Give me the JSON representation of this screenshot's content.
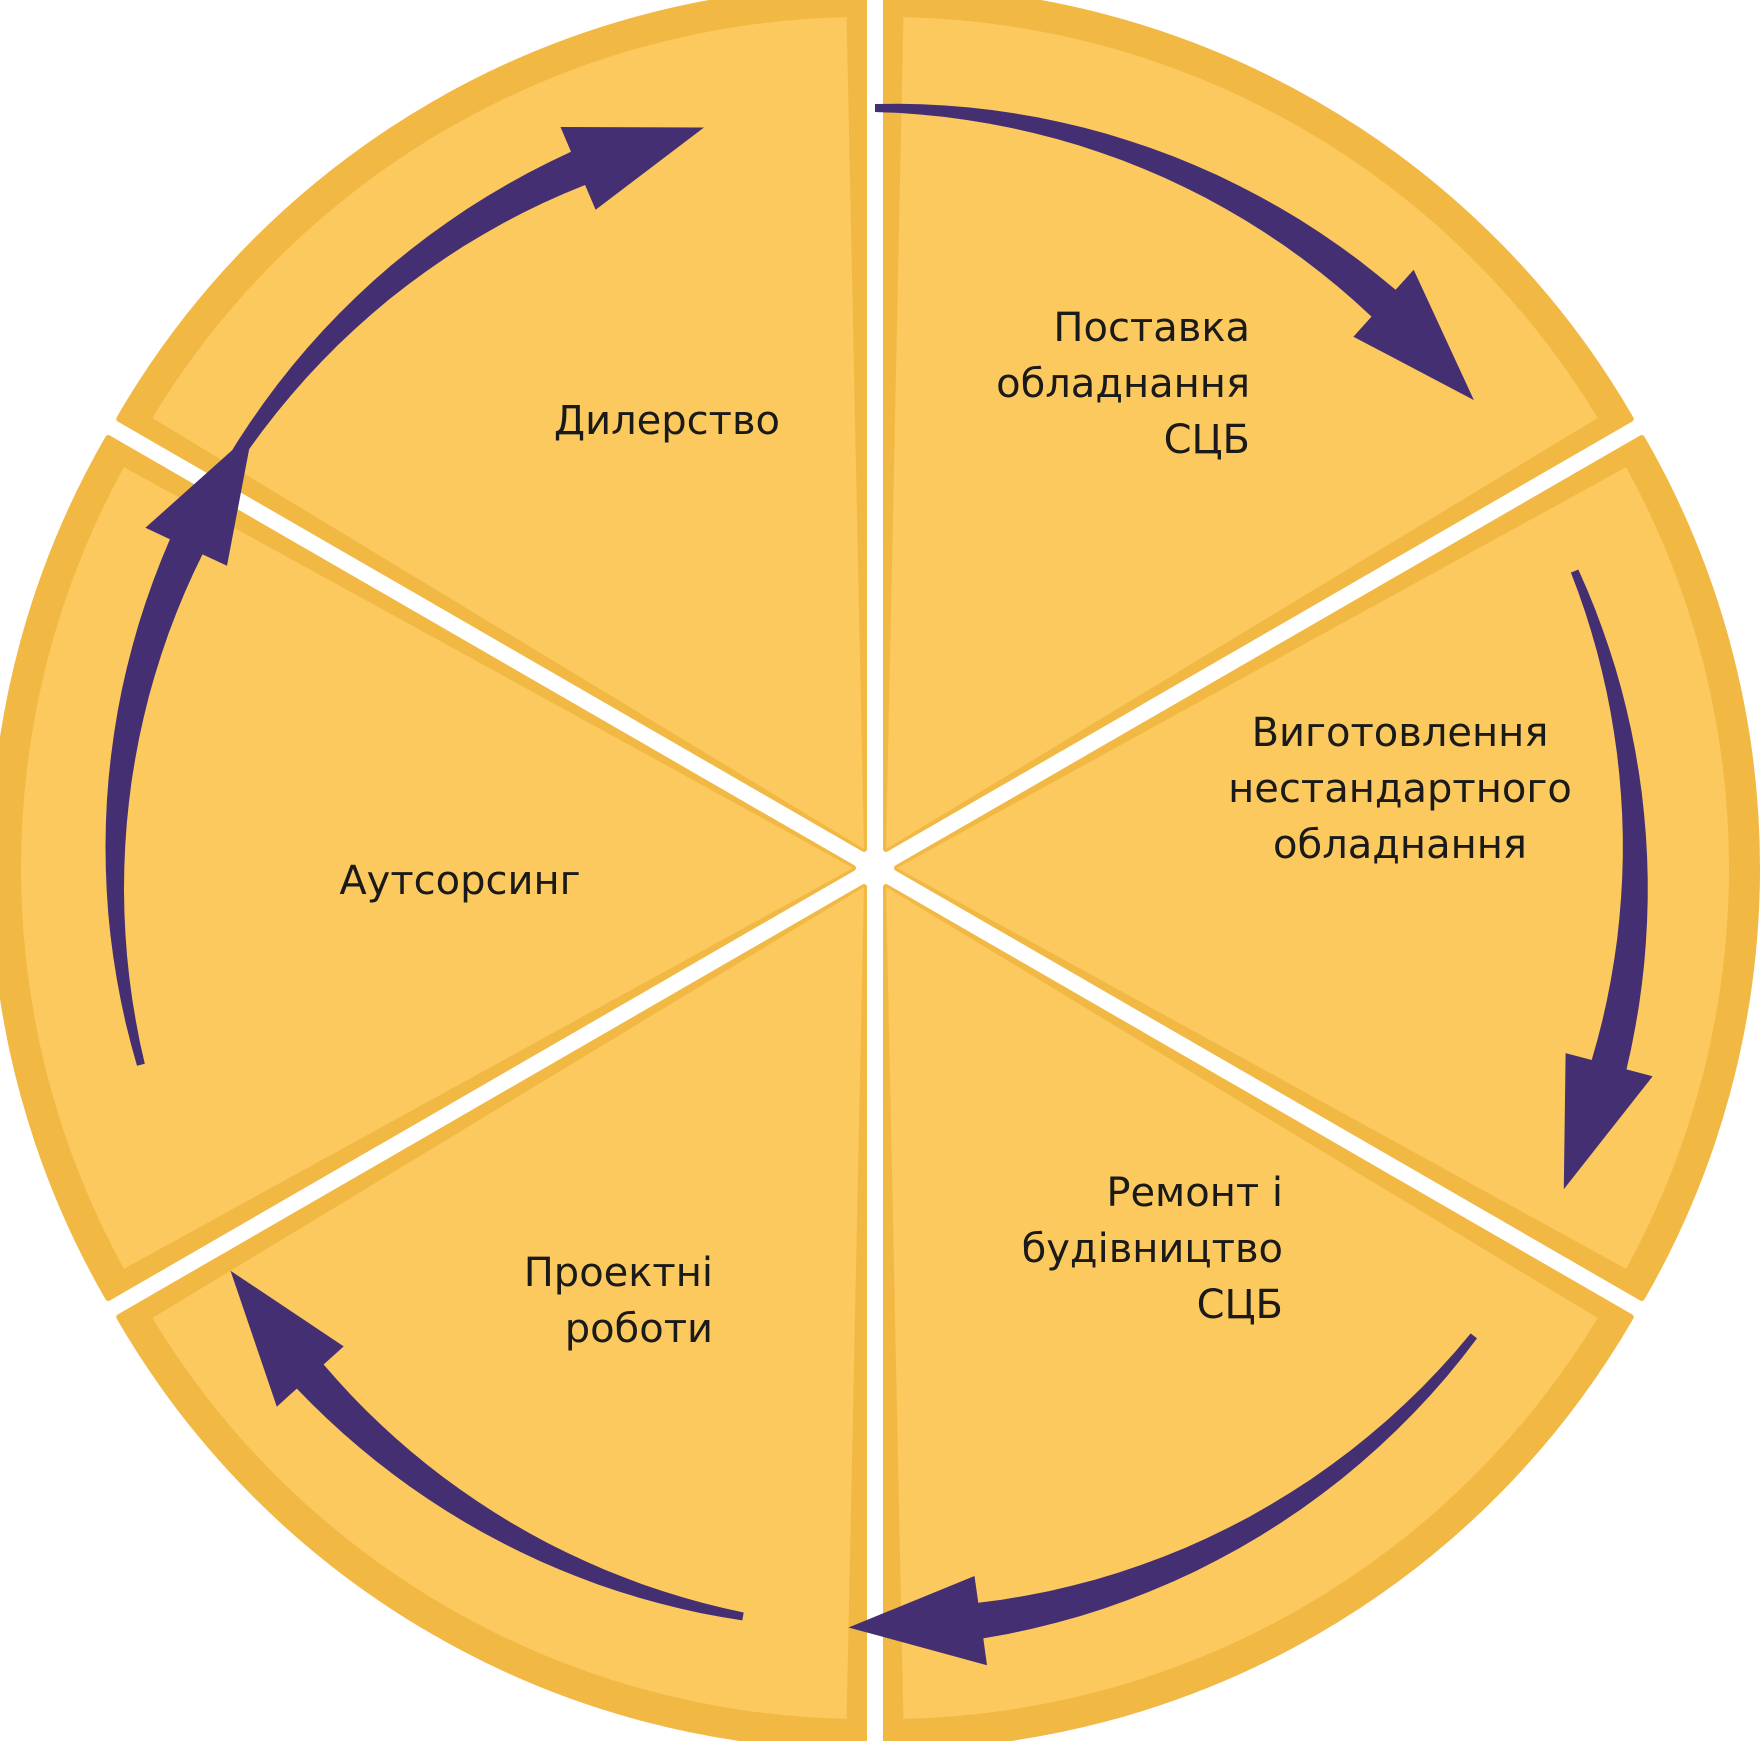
{
  "colors": {
    "segment_fill": "#FBC95E",
    "segment_rim": "#F2B844",
    "arrow": "#452F73",
    "background": "#FFFFFF"
  },
  "segments": [
    {
      "id": "dealership",
      "lines": [
        "Дилерство"
      ]
    },
    {
      "id": "equipment-supply",
      "lines": [
        "Поставка",
        "обладнання",
        "СЦБ"
      ]
    },
    {
      "id": "custom-manufacturing",
      "lines": [
        "Виготовлення",
        "нестандартного",
        "обладнання"
      ]
    },
    {
      "id": "repair-construction",
      "lines": [
        "Ремонт і",
        "будівництво",
        "СЦБ"
      ]
    },
    {
      "id": "design-works",
      "lines": [
        "Проектні",
        "роботи"
      ]
    },
    {
      "id": "outsourcing",
      "lines": [
        "Аутсорсинг"
      ]
    }
  ],
  "arrows": [
    {
      "id": "arrow-dealership-to-supply",
      "icon": "curved-arrow-icon"
    },
    {
      "id": "arrow-supply-to-manufacturing",
      "icon": "curved-arrow-icon"
    },
    {
      "id": "arrow-manufacturing-to-repair",
      "icon": "curved-arrow-icon"
    },
    {
      "id": "arrow-repair-to-design",
      "icon": "curved-arrow-icon"
    },
    {
      "id": "arrow-design-to-outsourcing",
      "icon": "curved-arrow-icon"
    },
    {
      "id": "arrow-outsourcing-to-dealership",
      "icon": "curved-arrow-icon"
    }
  ]
}
